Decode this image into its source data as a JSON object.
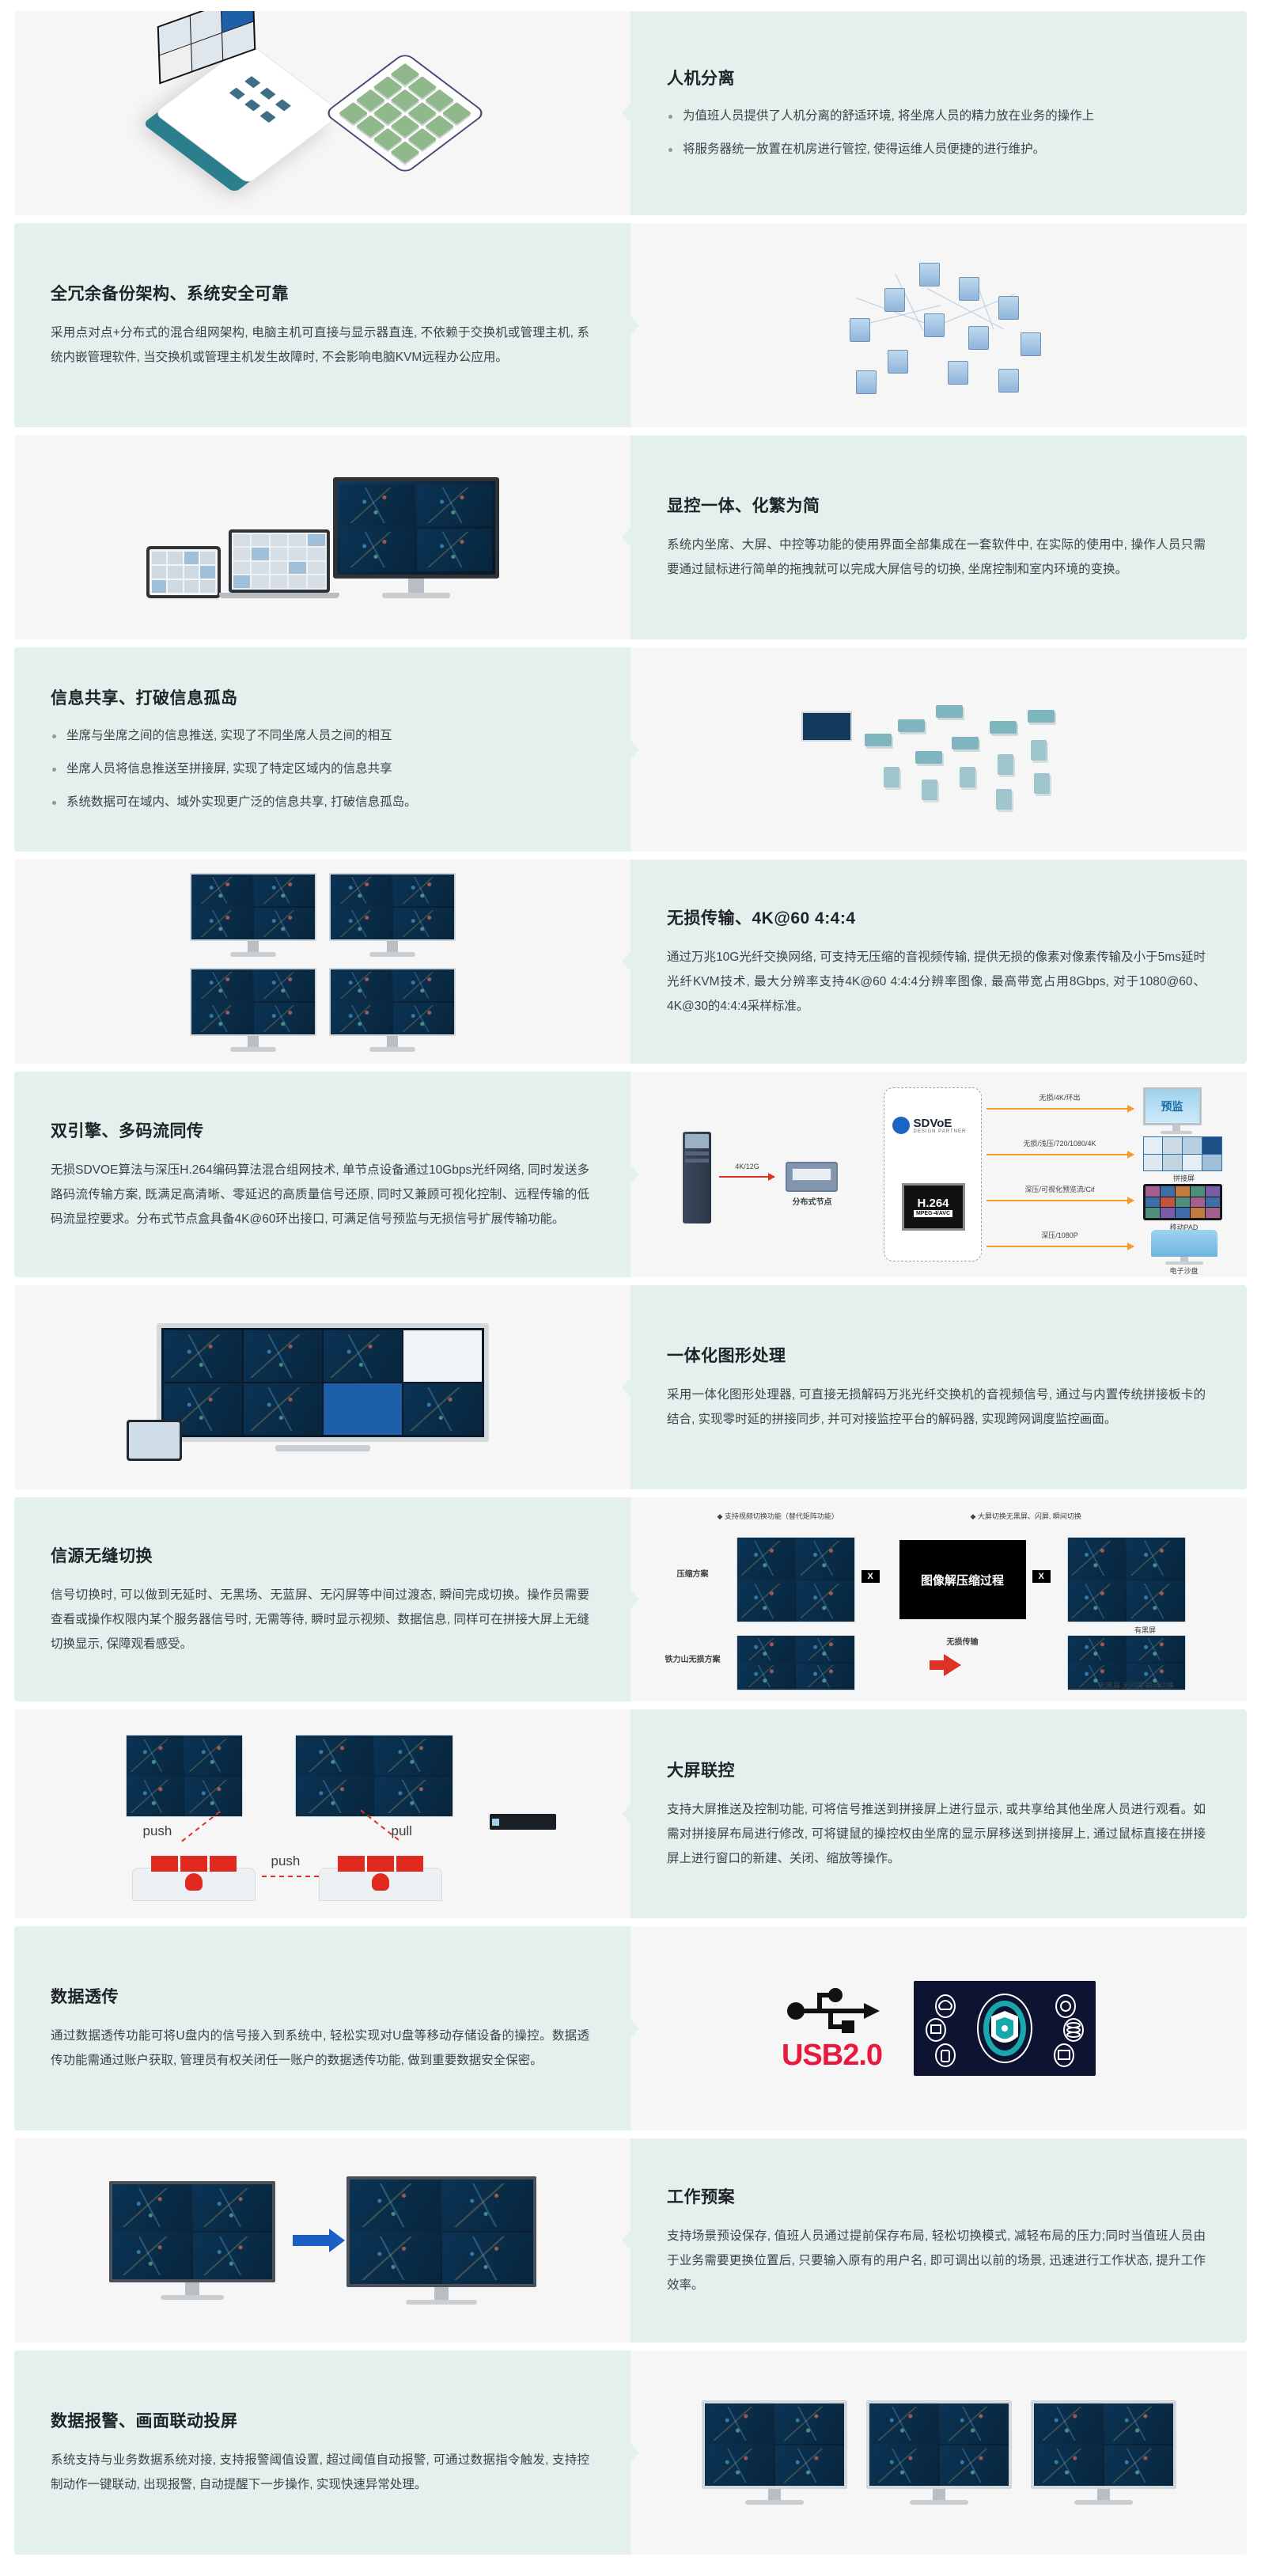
{
  "accent": "#2b7f8c",
  "panel_bg": "#e3f0ed",
  "image_bg": "#f6f6f6",
  "rows": [
    {
      "id": "ren-ji-fen-li",
      "side": "image-left",
      "title": "人机分离",
      "bullets": [
        "为值班人员提供了人机分离的舒适环境, 将坐席人员的精力放在业务的操作上",
        "将服务器统一放置在机房进行管控, 使得运维人员便捷的进行维护。"
      ],
      "illustration": "control-room-and-server-rack-isometric"
    },
    {
      "id": "quan-rong-yu-bei-fen",
      "side": "text-left",
      "title": "全冗余备份架构、系统安全可靠",
      "body": "采用点对点+分布式的混合组网架构, 电脑主机可直接与显示器直连, 不依赖于交换机或管理主机, 系统内嵌管理软件, 当交换机或管理主机发生故障时, 不会影响电脑KVM远程办公应用。",
      "illustration": "network-topology-nodes"
    },
    {
      "id": "xian-kong-yi-ti",
      "side": "image-left",
      "title": "显控一体、化繁为简",
      "body": "系统内坐席、大屏、中控等功能的使用界面全部集成在一套软件中, 在实际的使用中, 操作人员只需要通过鼠标进行简单的拖拽就可以完成大屏信号的切换, 坐席控制和室内环境的变换。",
      "illustration": "tablet-phone-monitor-devices"
    },
    {
      "id": "xin-xi-gong-xiang",
      "side": "text-left",
      "title": "信息共享、打破信息孤岛",
      "bullets": [
        "坐席与坐席之间的信息推送, 实现了不同坐席人员之间的相互",
        "坐席人员将信息推送至拼接屏, 实现了特定区域内的信息共享",
        "系统数据可在域内、域外实现更广泛的信息共享, 打破信息孤岛。"
      ],
      "illustration": "isometric-distribution-mesh"
    },
    {
      "id": "wu-sun-chuan-shu",
      "side": "image-left",
      "title": "无损传输、4K@60 4:4:4",
      "body": "通过万兆10G光纤交换网络, 可支持无压缩的音视频传输, 提供无损的像素对像素传输及小于5ms延时光纤KVM技术, 最大分辨率支持4K@60 4:4:4分辨率图像, 最高带宽占用8Gbps, 对于1080@60、4K@30的4:4:4采样标准。",
      "illustration": "four-monitors-map-dashboards"
    },
    {
      "id": "shuang-yin-qing",
      "side": "text-left",
      "title": "双引擎、多码流同传",
      "body": "无损SDVOE算法与深压H.264编码算法混合组网技术, 单节点设备通过10Gbps光纤网络, 同时发送多路码流传输方案, 既满足高清晰、零延迟的高质量信号还原, 同时又兼顾可视化控制、远程传输的低码流显控要求。分布式节点盒具备4K@60环出接口, 可满足信号预监与无损信号扩展传输功能。",
      "illustration": "dual-engine-sdvoe-h264-diagram",
      "diagram": {
        "source_label": "4K/12G",
        "node_label": "分布式节点",
        "engine_labels": [
          "SDVoE",
          "DESIGN PARTNER",
          "H.264",
          "MPEG-4/AVC"
        ],
        "streams": [
          {
            "label": "无损/4K/环出",
            "target": "预监"
          },
          {
            "label": "无损/浅压/720/1080/4K",
            "target": "拼接屏"
          },
          {
            "label": "深压/可视化预览流/Cif",
            "target": "移动PAD"
          },
          {
            "label": "深压/1080P",
            "target": "电子沙盘"
          }
        ]
      }
    },
    {
      "id": "yi-ti-hua-tu-xing",
      "side": "image-left",
      "title": "一体化图形处理",
      "body": "采用一体化图形处理器, 可直接无损解码万兆光纤交换机的音视频信号, 通过与内置传统拼接板卡的结合, 实现零时延的拼接同步, 并可对接监控平台的解码器, 实现跨网调度监控画面。",
      "illustration": "wide-video-wall-with-tablet"
    },
    {
      "id": "xin-yuan-wu-feng-qie-huan",
      "side": "text-left",
      "title": "信源无缝切换",
      "body": "信号切换时, 可以做到无延时、无黑场、无蓝屏、无闪屏等中间过渡态, 瞬间完成切换。操作员需要查看或操作权限内某个服务器信号时, 无需等待, 瞬时显示视频、数据信息, 同样可在拼接大屏上无缝切换显示, 保障观看感受。",
      "illustration": "compression-vs-lossless-comparison",
      "diagram": {
        "notes": [
          "◆ 支持视频切换功能（替代矩阵功能）",
          "◆ 大屏切换无黑屏、闪屏, 瞬间切换"
        ],
        "row_labels": [
          "压缩方案",
          "铁力山无损方案"
        ],
        "center_box": "图像解压缩过程",
        "transfer_label": "无损传输",
        "result_labels": [
          "有黑屏",
          "无黑屏 无闪屏 瞬间切换"
        ],
        "step_marks": [
          "X",
          "X"
        ]
      }
    },
    {
      "id": "da-ping-lian-kong",
      "side": "image-left",
      "title": "大屏联控",
      "body": "支持大屏推送及控制功能, 可将信号推送到拼接屏上进行显示, 或共享给其他坐席人员进行观看。如需对拼接屏布局进行修改, 可将键鼠的操控权由坐席的显示屏移送到拼接屏上, 通过鼠标直接在拼接屏上进行窗口的新建、关闭、缩放等操作。",
      "illustration": "push-pull-consoles-to-video-wall",
      "diagram": {
        "labels": [
          "push",
          "pull",
          "push"
        ]
      }
    },
    {
      "id": "shu-ju-tou-chuan",
      "side": "text-left",
      "title": "数据透传",
      "body": "通过数据透传功能可将U盘内的信号接入到系统中, 轻松实现对U盘等移动存储设备的操控。数据透传功能需通过账户获取, 管理员有权关闭任一账户的数据透传功能, 做到重要数据安全保密。",
      "illustration": "usb-logo-and-security-card",
      "diagram": {
        "usb_label": "USB2.0"
      }
    },
    {
      "id": "gong-zuo-yu-an",
      "side": "image-left",
      "title": "工作预案",
      "body": "支持场景预设保存, 值班人员通过提前保存布局, 轻松切换模式, 减轻布局的压力;同时当值班人员由于业务需要更换位置后, 只要输入原有的用户名, 即可调出以前的场景, 迅速进行工作状态, 提升工作效率。",
      "illustration": "two-monitors-scene-switch-arrow"
    },
    {
      "id": "shu-ju-bao-jing",
      "side": "text-left",
      "title": "数据报警、画面联动投屏",
      "body": "系统支持与业务数据系统对接, 支持报警阈值设置, 超过阈值自动报警, 可通过数据指令触发, 支持控制动作一键联动, 出现报警, 自动提醒下一步操作, 实现快速异常处理。",
      "illustration": "three-monitors-dashboards"
    }
  ]
}
